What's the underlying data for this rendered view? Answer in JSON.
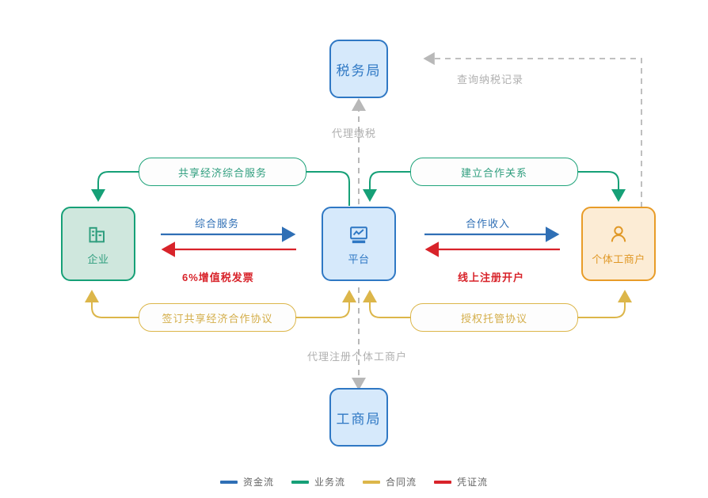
{
  "diagram": {
    "type": "flow-diagram",
    "nodes": [
      {
        "id": "tax-bureau",
        "label": "税务局",
        "color": "#2f78c4",
        "fill": "#d6e9fb",
        "kind": "government"
      },
      {
        "id": "enterprise",
        "label": "企业",
        "color": "#2f9e7e",
        "fill": "#cfe7dd",
        "kind": "entity",
        "icon": "building-icon"
      },
      {
        "id": "platform",
        "label": "平台",
        "color": "#2f78c4",
        "fill": "#d6e9fb",
        "kind": "entity",
        "icon": "monitor-chart-icon"
      },
      {
        "id": "merchant",
        "label": "个体工商户",
        "color": "#e09826",
        "fill": "#fcecd5",
        "kind": "entity",
        "icon": "person-icon"
      },
      {
        "id": "aic-bureau",
        "label": "工商局",
        "color": "#2f78c4",
        "fill": "#d6e9fb",
        "kind": "government"
      }
    ],
    "pills": [
      {
        "id": "pill-shared-economy-service",
        "label": "共享经济综合服务",
        "style": "green"
      },
      {
        "id": "pill-establish-partnership",
        "label": "建立合作关系",
        "style": "green"
      },
      {
        "id": "pill-sign-agreement",
        "label": "签订共享经济合作协议",
        "style": "yellow"
      },
      {
        "id": "pill-custody-agreement",
        "label": "授权托管协议",
        "style": "yellow"
      }
    ],
    "edge_labels": [
      {
        "id": "label-comprehensive-service",
        "text": "综合服务",
        "style": "blue"
      },
      {
        "id": "label-vat-invoice",
        "text": "6%增值税发票",
        "style": "red"
      },
      {
        "id": "label-cooperation-income",
        "text": "合作收入",
        "style": "blue"
      },
      {
        "id": "label-online-register",
        "text": "线上注册开户",
        "style": "red"
      },
      {
        "id": "label-agent-tax-payment",
        "text": "代理缴税",
        "style": "gray"
      },
      {
        "id": "label-query-tax-record",
        "text": "查询纳税记录",
        "style": "gray"
      },
      {
        "id": "label-agent-register",
        "text": "代理注册个体工商户",
        "style": "gray"
      }
    ],
    "legend": [
      {
        "id": "legend-fund-flow",
        "label": "资金流",
        "color": "#2f6fb5"
      },
      {
        "id": "legend-business-flow",
        "label": "业务流",
        "color": "#16a077"
      },
      {
        "id": "legend-contract-flow",
        "label": "合同流",
        "color": "#dcb64a"
      },
      {
        "id": "legend-voucher-flow",
        "label": "凭证流",
        "color": "#d8232a"
      }
    ],
    "colors": {
      "blue": "#2f6fb5",
      "green": "#16a077",
      "yellow": "#dcb64a",
      "red": "#d8232a",
      "gray": "#b8b8b8",
      "background": "#ffffff"
    }
  }
}
